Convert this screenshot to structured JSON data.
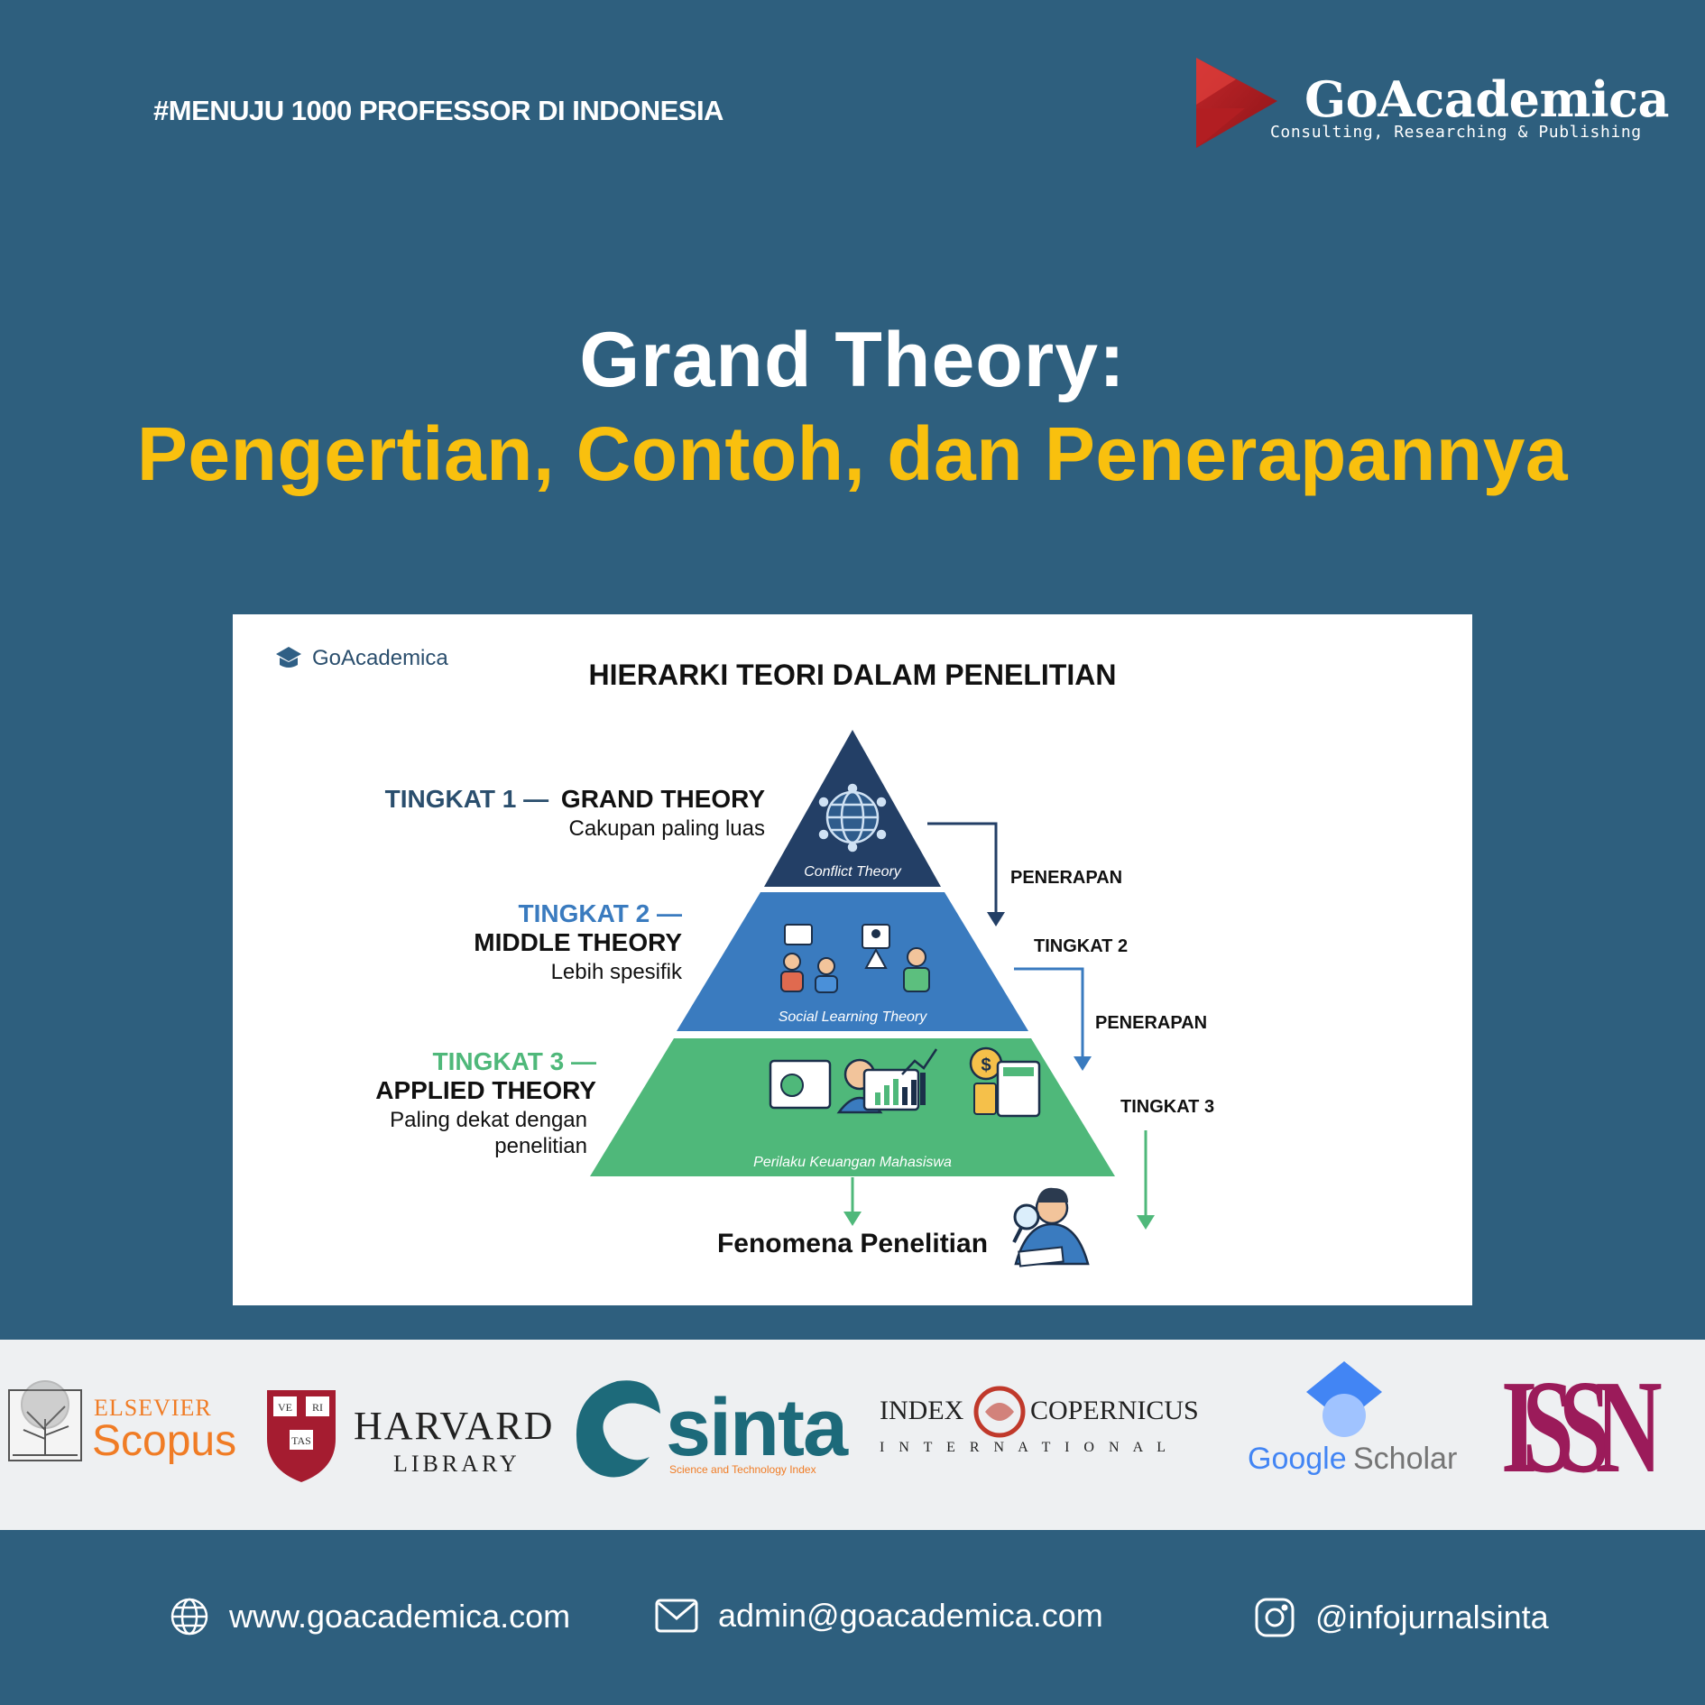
{
  "header": {
    "hashtag": "#MENUJU 1000 PROFESSOR DI INDONESIA",
    "brand_name": "GoAcademica",
    "brand_tagline": "Consulting, Researching & Publishing"
  },
  "title": {
    "line1": "Grand Theory:",
    "line2": "Pengertian, Contoh, dan Penerapannya"
  },
  "colors": {
    "background": "#2e5f7e",
    "accent_yellow": "#f9c00e",
    "tier1": "#233f66",
    "tier2": "#3a7bbf",
    "tier3": "#4fb87a"
  },
  "diagram": {
    "logo": "GoAcademica",
    "heading": "HIERARKI TEORI DALAM PENELITIAN",
    "tiers": [
      {
        "level": "TINGKAT 1 —",
        "name": "GRAND THEORY",
        "desc": "Cakupan paling luas",
        "example": "Conflict Theory",
        "icon": "globe-network-icon"
      },
      {
        "level": "TINGKAT 2 —",
        "name": "MIDDLE THEORY",
        "desc": "Lebih spesifik",
        "example": "Social Learning Theory",
        "icon": "people-learning-icon"
      },
      {
        "level": "TINGKAT 3 —",
        "name": "APPLIED THEORY",
        "desc_line1": "Paling dekat dengan",
        "desc_line2": "penelitian",
        "example": "Perilaku Keuangan Mahasiswa",
        "icon": "finance-icon"
      }
    ],
    "right_labels": [
      "PENERAPAN",
      "TINGKAT 2",
      "PENERAPAN",
      "TINGKAT 3"
    ],
    "bottom": "Fenomena Penelitian"
  },
  "partners": {
    "elsevier": "ELSEVIER",
    "scopus": "Scopus",
    "harvard": "HARVARD",
    "library": "LIBRARY",
    "shield_ve": "VE",
    "shield_ri": "RI",
    "shield_tas": "TAS",
    "sinta": "sinta",
    "sinta_sub": "Science and Technology Index",
    "index": "INDEX",
    "copernicus": "COPERNICUS",
    "international": "I N T E R N A T I O N A L",
    "google": "Google",
    "scholar": "Scholar",
    "issn": "ISSN"
  },
  "contacts": {
    "website": "www.goacademica.com",
    "email": "admin@goacademica.com",
    "instagram": "@infojurnalsinta"
  }
}
